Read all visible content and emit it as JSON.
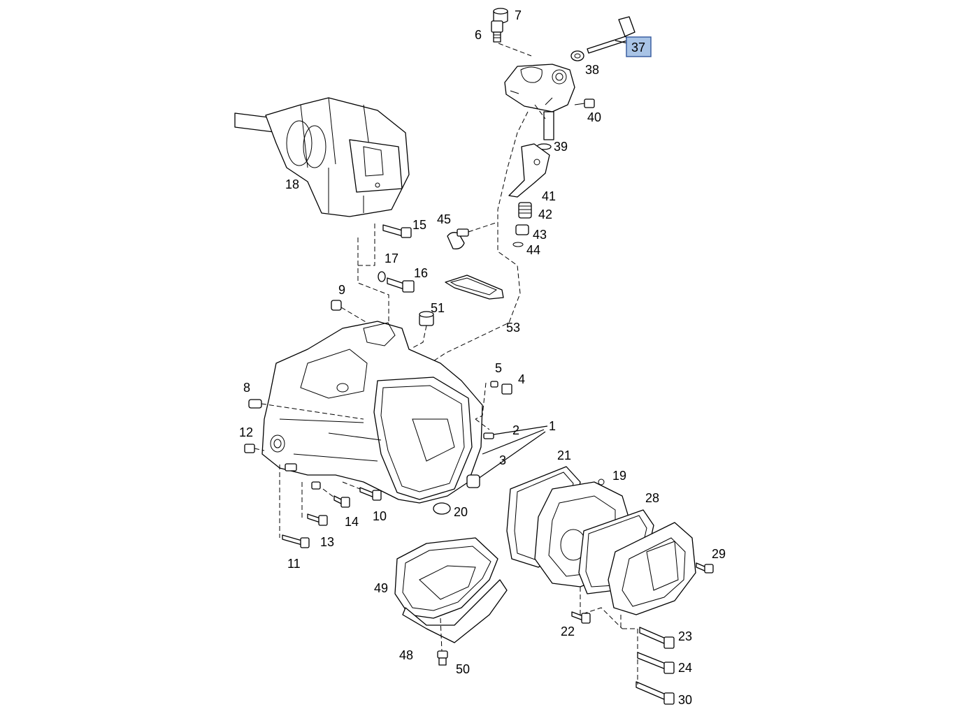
{
  "diagram": {
    "highlight_color": "#a9c4e6",
    "highlight_border": "#3b5fa0",
    "callouts": [
      {
        "id": "37",
        "text": "37",
        "highlighted": true
      },
      {
        "id": "7",
        "text": "7"
      },
      {
        "id": "6",
        "text": "6"
      },
      {
        "id": "38",
        "text": "38"
      },
      {
        "id": "40",
        "text": "40"
      },
      {
        "id": "39",
        "text": "39"
      },
      {
        "id": "41",
        "text": "41"
      },
      {
        "id": "42",
        "text": "42"
      },
      {
        "id": "43",
        "text": "43"
      },
      {
        "id": "44",
        "text": "44"
      },
      {
        "id": "45",
        "text": "45"
      },
      {
        "id": "18",
        "text": "18"
      },
      {
        "id": "15",
        "text": "15"
      },
      {
        "id": "17",
        "text": "17"
      },
      {
        "id": "16",
        "text": "16"
      },
      {
        "id": "9",
        "text": "9"
      },
      {
        "id": "51",
        "text": "51"
      },
      {
        "id": "53",
        "text": "53"
      },
      {
        "id": "5",
        "text": "5"
      },
      {
        "id": "4",
        "text": "4"
      },
      {
        "id": "8",
        "text": "8"
      },
      {
        "id": "2",
        "text": "2"
      },
      {
        "id": "1",
        "text": "1"
      },
      {
        "id": "12",
        "text": "12"
      },
      {
        "id": "3",
        "text": "3"
      },
      {
        "id": "21",
        "text": "21"
      },
      {
        "id": "19",
        "text": "19"
      },
      {
        "id": "28",
        "text": "28"
      },
      {
        "id": "20",
        "text": "20"
      },
      {
        "id": "10",
        "text": "10"
      },
      {
        "id": "14",
        "text": "14"
      },
      {
        "id": "13",
        "text": "13"
      },
      {
        "id": "11",
        "text": "11"
      },
      {
        "id": "29",
        "text": "29"
      },
      {
        "id": "49",
        "text": "49"
      },
      {
        "id": "22",
        "text": "22"
      },
      {
        "id": "23",
        "text": "23"
      },
      {
        "id": "48",
        "text": "48"
      },
      {
        "id": "50",
        "text": "50"
      },
      {
        "id": "24",
        "text": "24"
      },
      {
        "id": "30",
        "text": "30"
      }
    ]
  }
}
